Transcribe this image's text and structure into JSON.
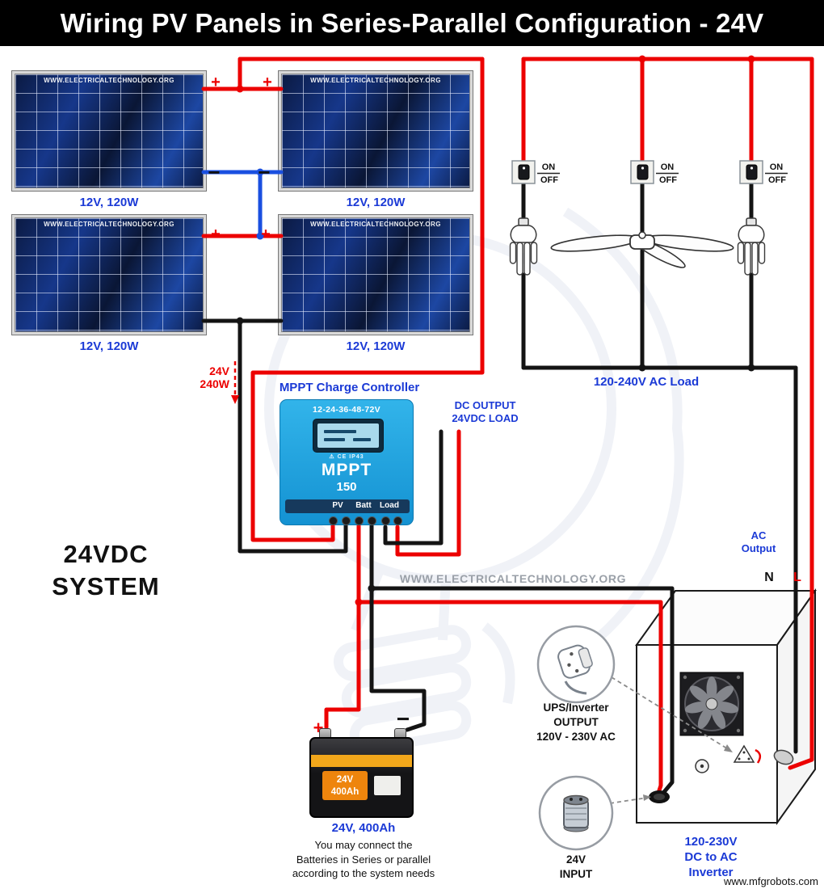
{
  "title": "Wiring PV Panels in Series-Parallel Configuration - 24V",
  "watermark_text": "WWW.ELECTRICALTECHNOLOGY.ORG",
  "footer_text": "www.mfgrobots.com",
  "symbols": {
    "plus": "+",
    "minus": "−",
    "neutral": "N",
    "line": "L"
  },
  "panels": {
    "brand_text": "WWW.ELECTRICALTECHNOLOGY.ORG",
    "labels": [
      "12V, 120W",
      "12V, 120W",
      "12V, 120W",
      "12V, 120W"
    ]
  },
  "pv_annotation": {
    "line1": "24V",
    "line2": "240W"
  },
  "system_label": {
    "line1": "24VDC",
    "line2": "SYSTEM"
  },
  "switches": {
    "on_label": "ON",
    "off_label": "OFF"
  },
  "ac_load_label": "120-240V AC Load",
  "ac_output_label": {
    "line1": "AC",
    "line2": "Output"
  },
  "controller": {
    "title": "MPPT Charge Controller",
    "range_text": "12-24-36-48-72V",
    "cert_text": "⚠ CE IP43",
    "model": "MPPT",
    "model_number": "150",
    "terminals": {
      "pv": "PV",
      "batt": "Batt",
      "load": "Load"
    }
  },
  "dc_output_label": {
    "line1": "DC OUTPUT",
    "line2": "24VDC LOAD"
  },
  "battery": {
    "sticker_line1": "24V",
    "sticker_line2": "400Ah",
    "label": "24V, 400Ah",
    "note_lines": [
      "You may connect the",
      "Batteries in Series or parallel",
      "according to the system needs"
    ]
  },
  "inverter": {
    "label_lines": [
      "120-230V",
      "DC to AC",
      "Inverter"
    ]
  },
  "callout_output": {
    "lines": [
      "UPS/Inverter",
      "OUTPUT",
      "120V - 230V AC"
    ]
  },
  "callout_input": {
    "lines": [
      "24V",
      "INPUT"
    ]
  },
  "colors": {
    "positive_wire": "#ec0000",
    "negative_wire": "#141414",
    "series_wire": "#1a4fe0",
    "label_blue": "#1b3ad6",
    "controller_body": "#1ba3e0",
    "battery_stripe": "#f2a71b",
    "title_bg": "#000000",
    "title_text": "#ffffff"
  }
}
